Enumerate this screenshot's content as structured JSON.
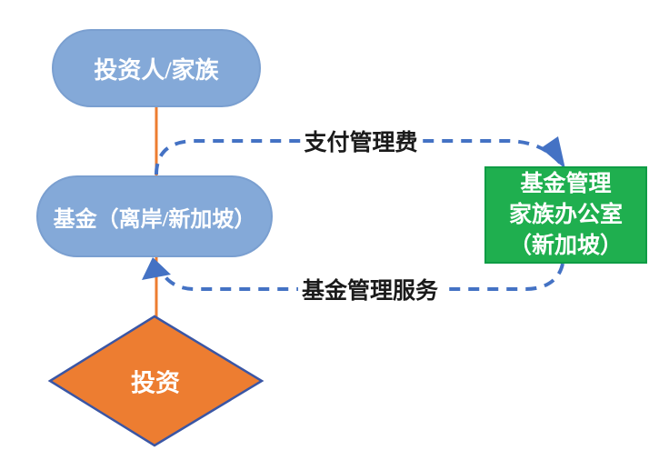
{
  "colors": {
    "node_blue": "#84a9d8",
    "node_green_fill": "#1faf4f",
    "node_green_border": "#0f9c45",
    "node_orange": "#ed7d31",
    "diamond_border": "#3a56a5",
    "dashed_blue": "#4472c4",
    "connector_orange": "#ed7d31",
    "node_text": "#ffffff",
    "edge_label_text": "#1a1a1a",
    "background": "#ffffff"
  },
  "nodes": {
    "investor": {
      "label": "投资人/家族",
      "shape": "rounded-pill",
      "fill": "#84a9d8",
      "text_color": "#ffffff"
    },
    "fund": {
      "label": "基金（离岸/新加坡）",
      "shape": "rounded-pill",
      "fill": "#84a9d8",
      "text_color": "#ffffff"
    },
    "family_office": {
      "lines": [
        "基金管理",
        "家族办公室",
        "（新加坡）"
      ],
      "shape": "rectangle",
      "fill": "#1faf4f",
      "border": "#0f9c45",
      "text_color": "#ffffff"
    },
    "investment": {
      "label": "投资",
      "shape": "diamond",
      "fill": "#ed7d31",
      "border": "#3a56a5",
      "text_color": "#ffffff"
    }
  },
  "edges": {
    "pay_management_fee": {
      "label": "支付管理费",
      "style": "dashed",
      "color": "#4472c4",
      "from": "基金（离岸/新加坡）",
      "to": "基金管理家族办公室（新加坡）"
    },
    "fund_management_service": {
      "label": "基金管理服务",
      "style": "dashed",
      "color": "#4472c4",
      "from": "基金管理家族办公室（新加坡）",
      "to": "基金（离岸/新加坡）"
    },
    "investor_to_fund": {
      "style": "solid",
      "color": "#ed7d31",
      "from": "投资人/家族",
      "to": "基金（离岸/新加坡）"
    },
    "fund_to_investment": {
      "style": "solid",
      "color": "#ed7d31",
      "from": "基金（离岸/新加坡）",
      "to": "投资"
    }
  }
}
